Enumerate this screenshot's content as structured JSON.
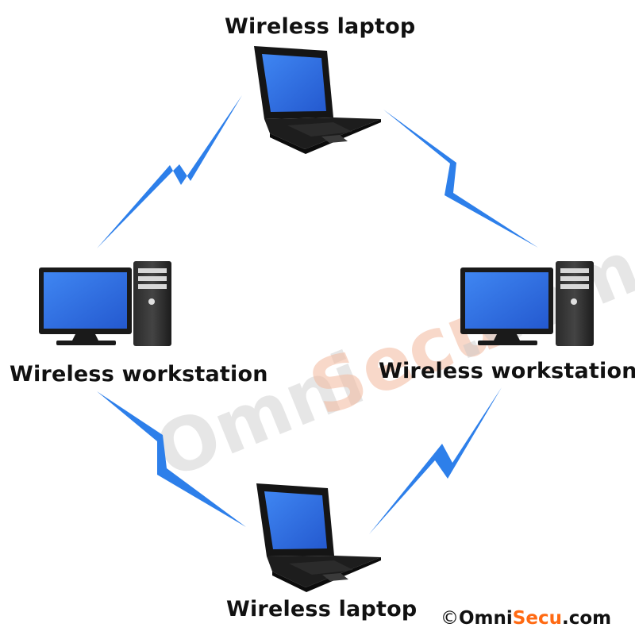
{
  "nodes": {
    "top": {
      "label": "Wireless laptop",
      "icon": "laptop-icon"
    },
    "left": {
      "label": "Wireless workstation",
      "icon": "desktop-computer-icon"
    },
    "right": {
      "label": "Wireless workstation",
      "icon": "desktop-computer-icon"
    },
    "bottom": {
      "label": "Wireless laptop",
      "icon": "laptop-icon"
    }
  },
  "links": [
    {
      "from": "left",
      "to": "top",
      "icon": "lightning-bolt-icon"
    },
    {
      "from": "top",
      "to": "right",
      "icon": "lightning-bolt-icon"
    },
    {
      "from": "left",
      "to": "bottom",
      "icon": "lightning-bolt-icon"
    },
    {
      "from": "bottom",
      "to": "right",
      "icon": "lightning-bolt-icon"
    }
  ],
  "watermark": {
    "omni": "Omni",
    "secu": "Secu",
    "com": ".com"
  },
  "copyright": {
    "symbol": "©",
    "omni": "Omni",
    "secu": "Secu",
    "com": ".com"
  },
  "colors": {
    "bolt": "#2d7fea",
    "screen": "#2f6fe0",
    "device": "#1a1a1a",
    "watermark_gray": "#c8c8c8",
    "watermark_orange": "#f3c8b4",
    "brand_orange": "#ff6a13"
  }
}
